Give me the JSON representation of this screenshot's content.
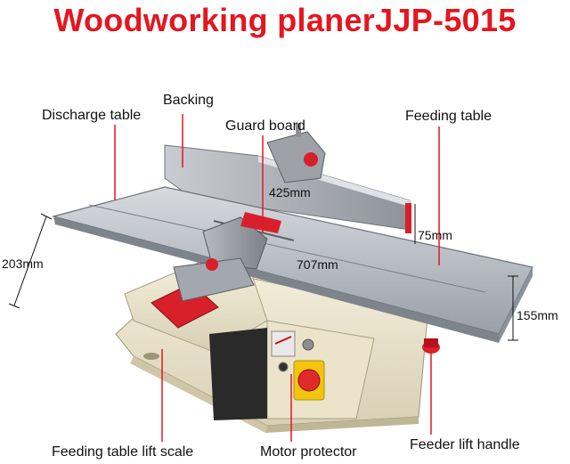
{
  "title": "Woodworking planerJJP-5015",
  "labels": {
    "backing": "Backing",
    "discharge_table": "Discharge table",
    "guard_board": "Guard board",
    "feeding_table": "Feeding table",
    "feeding_table_lift_scale": "Feeding table lift scale",
    "motor_protector": "Motor protector",
    "feeder_lift_handle": "Feeder lift handle"
  },
  "dimensions": {
    "width_425": "425mm",
    "fence_75": "75mm",
    "length_707": "707mm",
    "height_203": "203mm",
    "height_155": "155mm"
  },
  "colors": {
    "title": "#e4161f",
    "callout_line": "#e4161f",
    "table_steel": "#b9bec4",
    "body_cream": "#efe8d2",
    "accent_red": "#d8202a",
    "switch_yellow": "#f2c40f"
  }
}
